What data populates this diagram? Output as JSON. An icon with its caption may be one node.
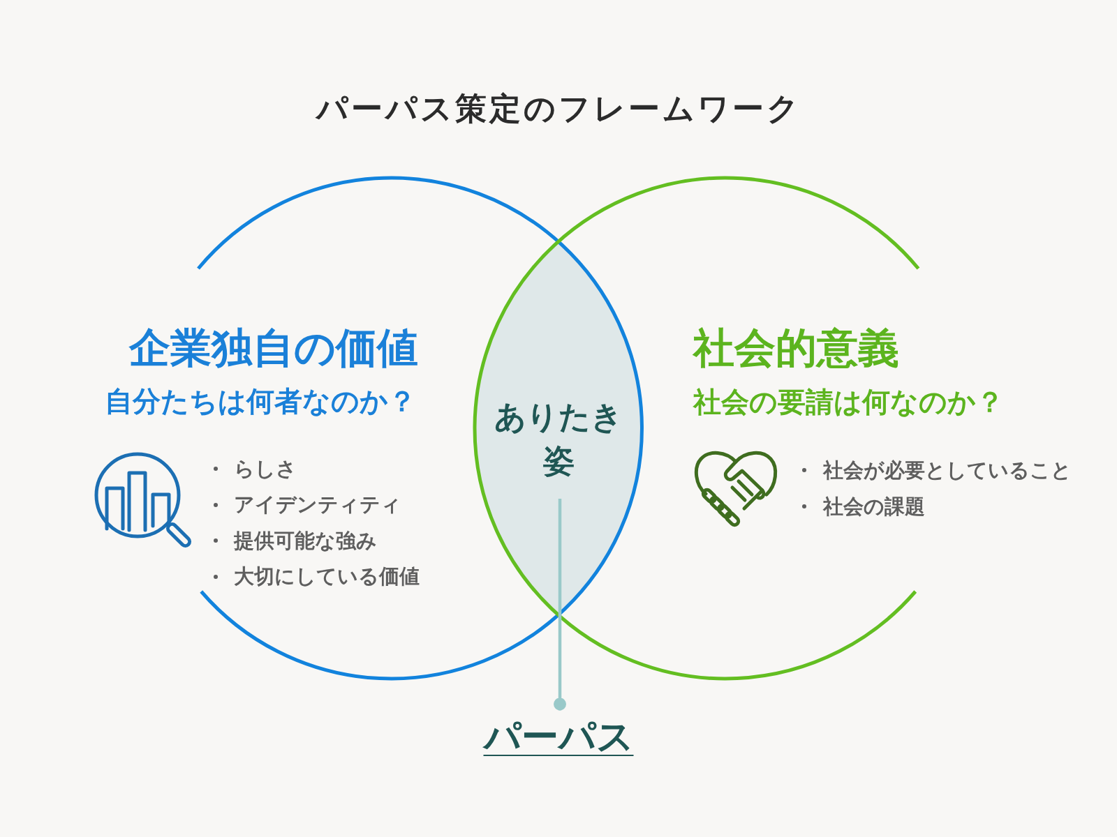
{
  "diagram": {
    "title": "パーパス策定のフレームワーク",
    "nodes": [
      {
        "text": [
          "企業独自の価値",
          "自分たちは何者なのか？",
          "らしさ",
          "アイデンティティ",
          "提供可能な強み",
          "大切にしている価値"
        ]
      },
      {
        "text": [
          "社会的意義",
          "社会の要請は何なのか？",
          "社会が必要としていること",
          "社会の課題"
        ]
      },
      {
        "text": [
          "ありたき姿"
        ]
      },
      {
        "text": [
          "パーパス"
        ]
      }
    ],
    "edges": [
      {
        "from": 2,
        "to": 3,
        "arrow": "other"
      }
    ]
  }
}
